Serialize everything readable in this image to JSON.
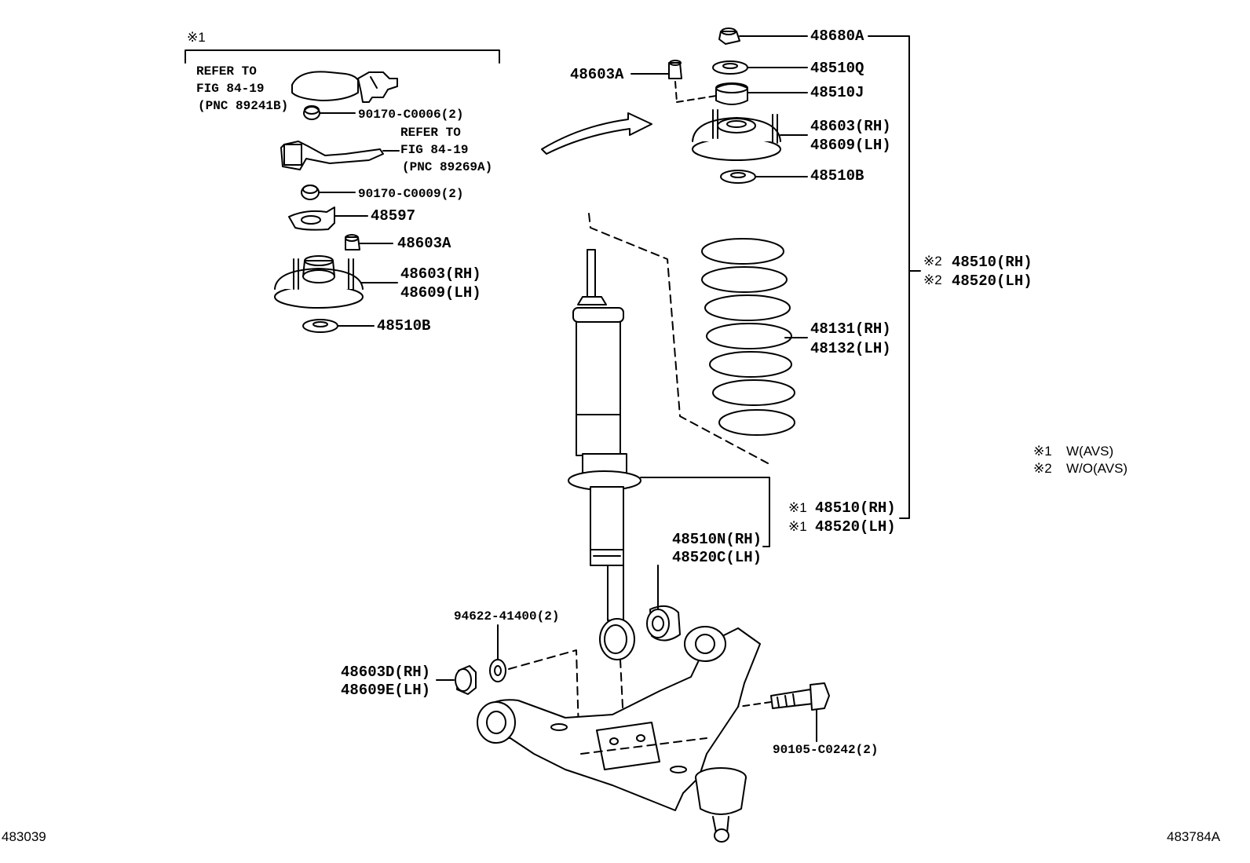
{
  "marks": {
    "m1": "※1",
    "m2": "※2"
  },
  "legend": {
    "m1": "W(AVS)",
    "m2": "W/O(AVS)"
  },
  "avs_group": {
    "refer1": [
      "REFER TO",
      "FIG 84-19",
      "(PNC 89241B)"
    ],
    "refer2": [
      "REFER TO",
      "FIG 84-19",
      "(PNC 89269A)"
    ],
    "nut1": "90170-C0006(2)",
    "nut2": "90170-C0009(2)",
    "bracket": "48597",
    "nut3": "48603A",
    "support_rh": "48603(RH)",
    "support_lh": "48609(LH)",
    "seat": "48510B"
  },
  "upper_stack": {
    "nut_top": "48680A",
    "nut_side": "48603A",
    "washer": "48510Q",
    "bump": "48510J",
    "support_rh": "48603(RH)",
    "support_lh": "48609(LH)",
    "seat": "48510B"
  },
  "spring": {
    "rh": "48131(RH)",
    "lh": "48132(LH)"
  },
  "assy_wo_avs": {
    "rh": "48510(RH)",
    "lh": "48520(LH)"
  },
  "assy_w_avs": {
    "rh": "48510(RH)",
    "lh": "48520(LH)"
  },
  "absorber": {
    "rh": "48510N(RH)",
    "lh": "48520C(LH)"
  },
  "lower": {
    "washer": "94622-41400(2)",
    "bush_rh": "48603D(RH)",
    "bush_lh": "48609E(LH)",
    "bolt": "90105-C0242(2)"
  },
  "codes": {
    "left": "483039",
    "right": "483784A"
  }
}
